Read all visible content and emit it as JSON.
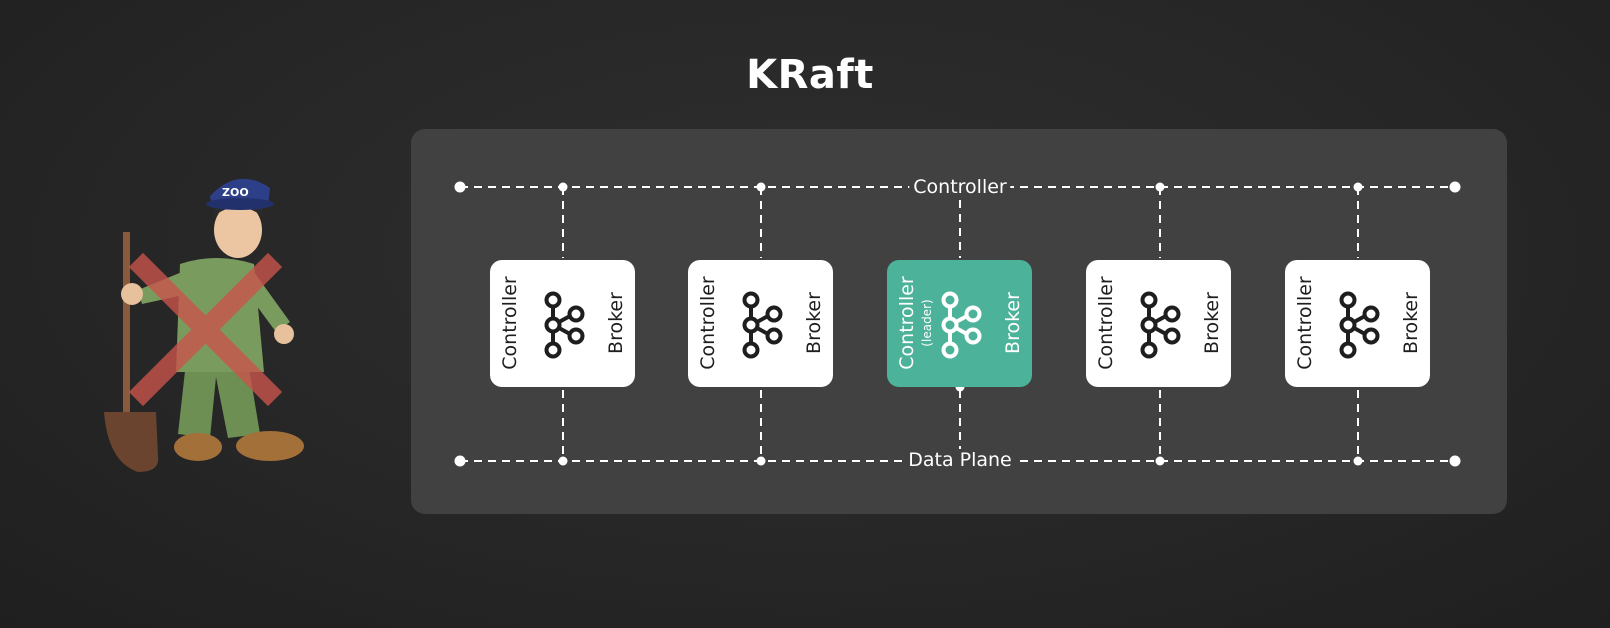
{
  "title": "KRaft",
  "lines": {
    "top_label": "Controller",
    "bottom_label": "Data Plane"
  },
  "nodes": [
    {
      "left_label": "Controller",
      "right_label": "Broker",
      "sub_label": "",
      "leader": false,
      "icon": "kafka-icon"
    },
    {
      "left_label": "Controller",
      "right_label": "Broker",
      "sub_label": "",
      "leader": false,
      "icon": "kafka-icon"
    },
    {
      "left_label": "Controller",
      "right_label": "Broker",
      "sub_label": "(leader)",
      "leader": true,
      "icon": "kafka-icon"
    },
    {
      "left_label": "Controller",
      "right_label": "Broker",
      "sub_label": "",
      "leader": false,
      "icon": "kafka-icon"
    },
    {
      "left_label": "Controller",
      "right_label": "Broker",
      "sub_label": "",
      "leader": false,
      "icon": "kafka-icon"
    }
  ],
  "zookeeper": {
    "hat_text": "ZOO",
    "crossed_out": true,
    "icon": "zookeeper-mascot"
  },
  "colors": {
    "background": "#262626",
    "panel": "#414141",
    "leader": "#4db29a",
    "node": "#ffffff",
    "cross": "#c8544c"
  }
}
